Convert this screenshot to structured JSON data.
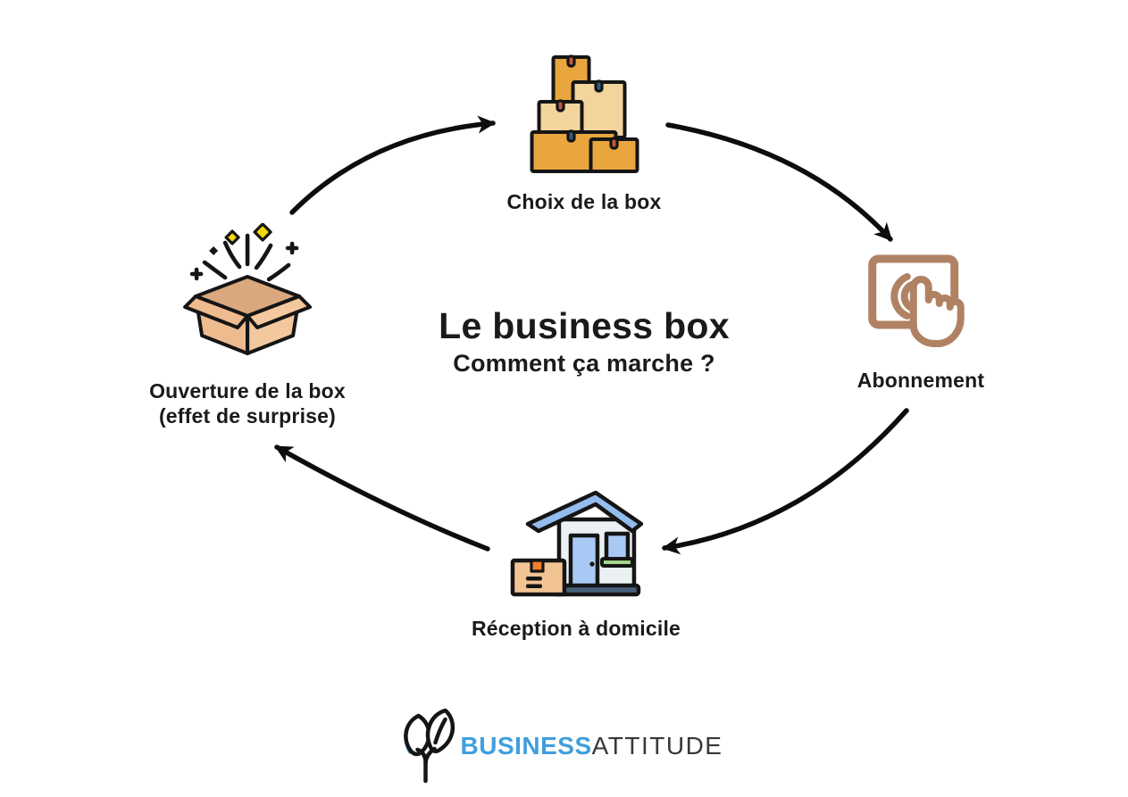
{
  "title": {
    "main": "Le business box",
    "subtitle": "Comment ça marche ?"
  },
  "steps": [
    {
      "label": "Choix de la box",
      "icon": "stacked-boxes-icon"
    },
    {
      "label": "Abonnement",
      "icon": "touchscreen-tap-icon"
    },
    {
      "label": "Réception à domicile",
      "icon": "house-delivery-icon"
    },
    {
      "label": "Ouverture de la box",
      "label_line2": "(effet de surprise)",
      "icon": "open-gift-box-icon"
    }
  ],
  "logo": {
    "name_bold": "BUSINESS",
    "name_regular": "ATTITUDE",
    "icon": "sprout-leaves-icon"
  },
  "colors": {
    "background": "#ffffff",
    "arrow": "#0d0d0d",
    "outline": "#151515",
    "text": "#1a1a1a",
    "box_orange": "#e9a63e",
    "box_tan": "#f2d59d",
    "tab_red": "#c9573f",
    "tab_blue": "#2f5d7e",
    "open_box_light": "#eebb8f",
    "open_box_mid": "#f4c89e",
    "open_box_dark": "#d9a87c",
    "sparkle_yellow": "#f6d60e",
    "touch_brown": "#b08263",
    "roof_blue": "#94bbee",
    "wall_light": "#ebf0f2",
    "door_blue": "#a9c9f5",
    "sill_green": "#a5d68a",
    "base_navy": "#46607a",
    "package_tan": "#f2c493",
    "tape_orange": "#f07f2e",
    "logo_blue": "#3f9fdd",
    "logo_dark": "#383838"
  }
}
